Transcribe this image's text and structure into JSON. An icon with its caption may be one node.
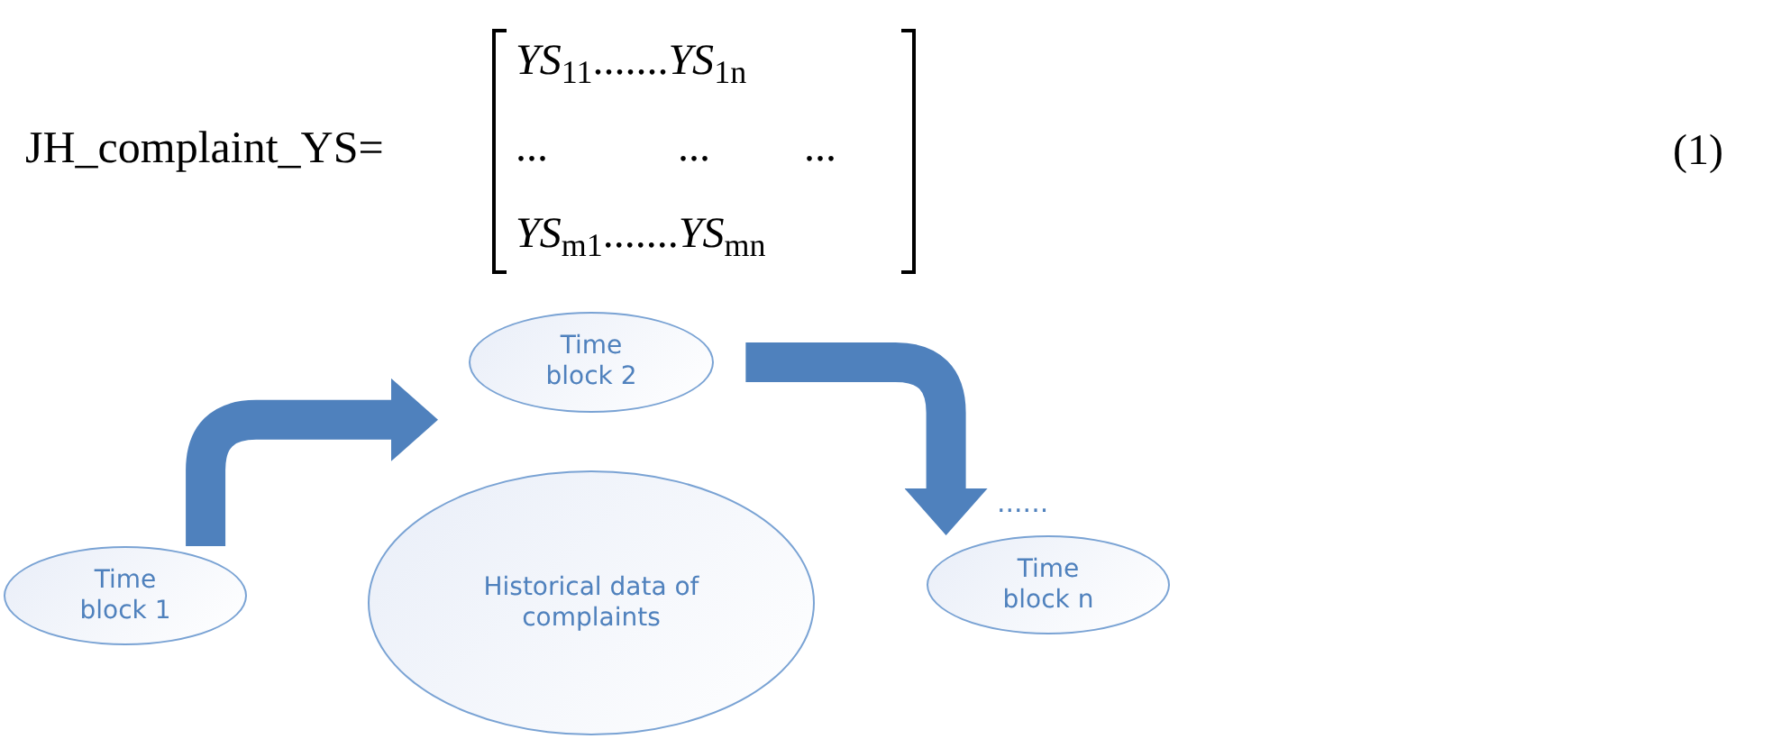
{
  "diagram": {
    "nodes": [
      {
        "text": [
          "Time block 1"
        ]
      },
      {
        "text": [
          "Time block 2"
        ]
      },
      {
        "text": [
          "Historical data of complaints"
        ]
      },
      {
        "text": [
          "Time block n"
        ],
        "beside": [
          "......"
        ]
      }
    ],
    "edges": [
      {
        "from": 0,
        "to": 1,
        "arrow": "to"
      },
      {
        "from": 1,
        "to": 3,
        "arrow": "to"
      }
    ],
    "labels": [
      "JH_complaint_YS=",
      "*YS*$_{11}$.......*YS*$_{1n}$",
      "...",
      "...",
      "...",
      "*YS*$_{m1}$.......*YS*$_{mn}$",
      "(1)"
    ]
  }
}
